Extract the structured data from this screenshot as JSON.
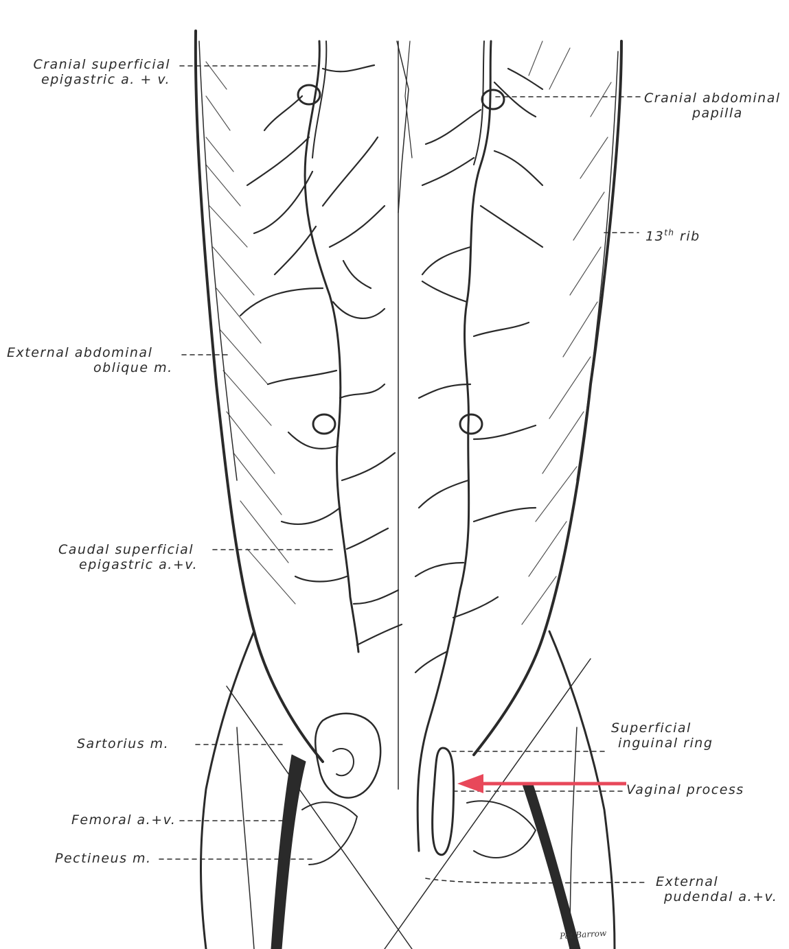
{
  "labels": {
    "cranial_superficial_epigastric_1": "Cranial superficial",
    "cranial_superficial_epigastric_2": "epigastric a. + v.",
    "cranial_abdominal_papilla_1": "Cranial abdominal",
    "cranial_abdominal_papilla_2": "papilla",
    "rib_13_num": "13",
    "rib_13_sup": "th",
    "rib_13_word": "rib",
    "external_abdominal_oblique_1": "External   abdominal",
    "external_abdominal_oblique_2": "oblique m.",
    "caudal_superficial_epigastric_1": "Caudal superficial",
    "caudal_superficial_epigastric_2": "epigastric  a.+v.",
    "superficial_inguinal_ring_1": "Superficial",
    "superficial_inguinal_ring_2": "inguinal ring",
    "vaginal_process": "Vaginal process",
    "sartorius": "Sartorius  m.",
    "femoral": "Femoral a.+v.",
    "pectineus": "Pectineus  m.",
    "external_pudendal_1": "External",
    "external_pudendal_2": "pudendal  a.+v."
  },
  "signature": "Pat Barrow",
  "colors": {
    "ink": "#2a2a2a",
    "arrow": "#e8485a",
    "paper": "#ffffff"
  }
}
